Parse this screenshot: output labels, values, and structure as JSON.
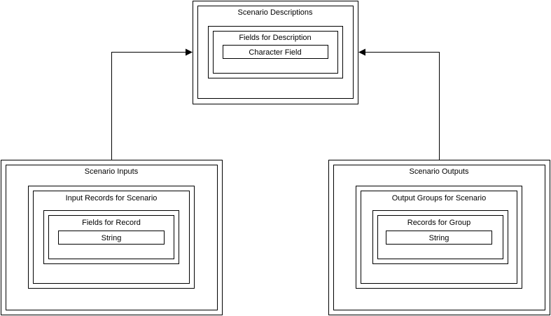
{
  "description": {
    "outer_label": "Scenario Descriptions",
    "inner_label": "Fields for Description",
    "leaf_label": "Character Field"
  },
  "inputs": {
    "outer_label": "Scenario Inputs",
    "middle_label": "Input Records for Scenario",
    "inner_label": "Fields for Record",
    "leaf_label": "String"
  },
  "outputs": {
    "outer_label": "Scenario Outputs",
    "middle_label": "Output Groups for Scenario",
    "inner_label": "Records for Group",
    "leaf_label": "String"
  }
}
